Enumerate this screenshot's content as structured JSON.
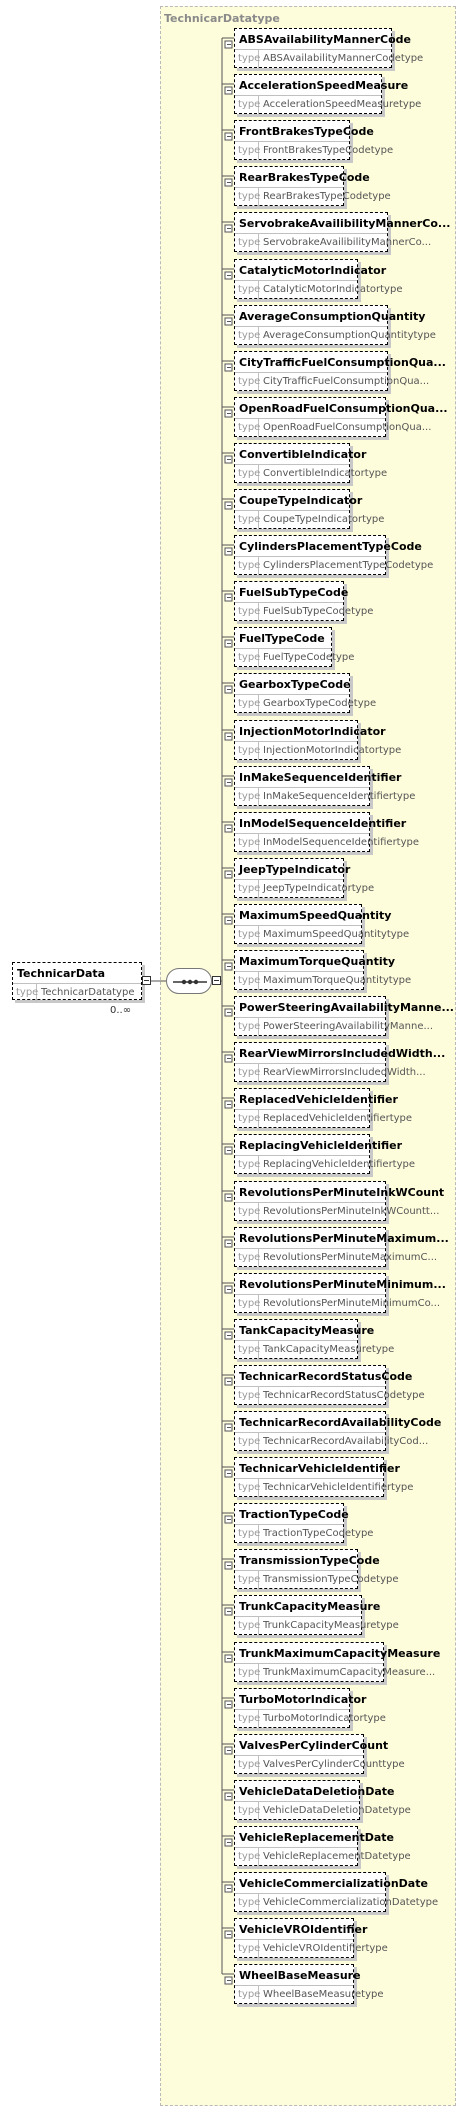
{
  "container": {
    "title": "TechnicarDatatype"
  },
  "root": {
    "name": "TechnicarData",
    "type_label": "type",
    "type_value": "TechnicarDatatype",
    "cardinality": "0..∞"
  },
  "children": [
    {
      "name": "ABSAvailabilityMannerCode",
      "type": "ABSAvailabilityMannerCodetype"
    },
    {
      "name": "AccelerationSpeedMeasure",
      "type": "AccelerationSpeedMeasuretype"
    },
    {
      "name": "FrontBrakesTypeCode",
      "type": "FrontBrakesTypeCodetype"
    },
    {
      "name": "RearBrakesTypeCode",
      "type": "RearBrakesTypeCodetype"
    },
    {
      "name": "ServobrakeAvailibilityMannerCo...",
      "type": "ServobrakeAvailibilityMannerCo..."
    },
    {
      "name": "CatalyticMotorIndicator",
      "type": "CatalyticMotorIndicatortype"
    },
    {
      "name": "AverageConsumptionQuantity",
      "type": "AverageConsumptionQuantitytype"
    },
    {
      "name": "CityTrafficFuelConsumptionQua...",
      "type": "CityTrafficFuelConsumptionQua..."
    },
    {
      "name": "OpenRoadFuelConsumptionQua...",
      "type": "OpenRoadFuelConsumptionQua..."
    },
    {
      "name": "ConvertibleIndicator",
      "type": "ConvertibleIndicatortype"
    },
    {
      "name": "CoupeTypeIndicator",
      "type": "CoupeTypeIndicatortype"
    },
    {
      "name": "CylindersPlacementTypeCode",
      "type": "CylindersPlacementTypeCodetype"
    },
    {
      "name": "FuelSubTypeCode",
      "type": "FuelSubTypeCodetype"
    },
    {
      "name": "FuelTypeCode",
      "type": "FuelTypeCodetype"
    },
    {
      "name": "GearboxTypeCode",
      "type": "GearboxTypeCodetype"
    },
    {
      "name": "InjectionMotorIndicator",
      "type": "InjectionMotorIndicatortype"
    },
    {
      "name": "InMakeSequenceIdentifier",
      "type": "InMakeSequenceIdentifiertype"
    },
    {
      "name": "InModelSequenceIdentifier",
      "type": "InModelSequenceIdentifiertype"
    },
    {
      "name": "JeepTypeIndicator",
      "type": "JeepTypeIndicatortype"
    },
    {
      "name": "MaximumSpeedQuantity",
      "type": "MaximumSpeedQuantitytype"
    },
    {
      "name": "MaximumTorqueQuantity",
      "type": "MaximumTorqueQuantitytype"
    },
    {
      "name": "PowerSteeringAvailabilityManne...",
      "type": "PowerSteeringAvailabilityManne..."
    },
    {
      "name": "RearViewMirrorsIncludedWidth...",
      "type": "RearViewMirrorsIncludedWidth..."
    },
    {
      "name": "ReplacedVehicleIdentifier",
      "type": "ReplacedVehicleIdentifiertype"
    },
    {
      "name": "ReplacingVehicleIdentifier",
      "type": "ReplacingVehicleIdentifiertype"
    },
    {
      "name": "RevolutionsPerMinuteInkWCount",
      "type": "RevolutionsPerMinuteInkWCountt..."
    },
    {
      "name": "RevolutionsPerMinuteMaximum...",
      "type": "RevolutionsPerMinuteMaximumC..."
    },
    {
      "name": "RevolutionsPerMinuteMinimum...",
      "type": "RevolutionsPerMinuteMinimumCo..."
    },
    {
      "name": "TankCapacityMeasure",
      "type": "TankCapacityMeasuretype"
    },
    {
      "name": "TechnicarRecordStatusCode",
      "type": "TechnicarRecordStatusCodetype"
    },
    {
      "name": "TechnicarRecordAvailabilityCode",
      "type": "TechnicarRecordAvailabilityCod..."
    },
    {
      "name": "TechnicarVehicleIdentifier",
      "type": "TechnicarVehicleIdentifiertype"
    },
    {
      "name": "TractionTypeCode",
      "type": "TractionTypeCodetype"
    },
    {
      "name": "TransmissionTypeCode",
      "type": "TransmissionTypeCodetype"
    },
    {
      "name": "TrunkCapacityMeasure",
      "type": "TrunkCapacityMeasuretype"
    },
    {
      "name": "TrunkMaximumCapacityMeasure",
      "type": "TrunkMaximumCapacityMeasure..."
    },
    {
      "name": "TurboMotorIndicator",
      "type": "TurboMotorIndicatortype"
    },
    {
      "name": "ValvesPerCylinderCount",
      "type": "ValvesPerCylinderCounttype"
    },
    {
      "name": "VehicleDataDeletionDate",
      "type": "VehicleDataDeletionDatetype"
    },
    {
      "name": "VehicleReplacementDate",
      "type": "VehicleReplacementDatetype"
    },
    {
      "name": "VehicleCommercializationDate",
      "type": "VehicleCommercializationDatetype"
    },
    {
      "name": "VehicleVROIdentifier",
      "type": "VehicleVROIdentifiertype"
    },
    {
      "name": "WheelBaseMeasure",
      "type": "WheelBaseMeasuretype"
    }
  ],
  "type_label": "type",
  "colors": {
    "container_fill": "#fdfcdb",
    "container_border": "#b9b9b9"
  },
  "icons": {
    "element": "element-icon",
    "sequence": "sequence-compositor-icon",
    "expand": "collapse-minus-icon"
  }
}
